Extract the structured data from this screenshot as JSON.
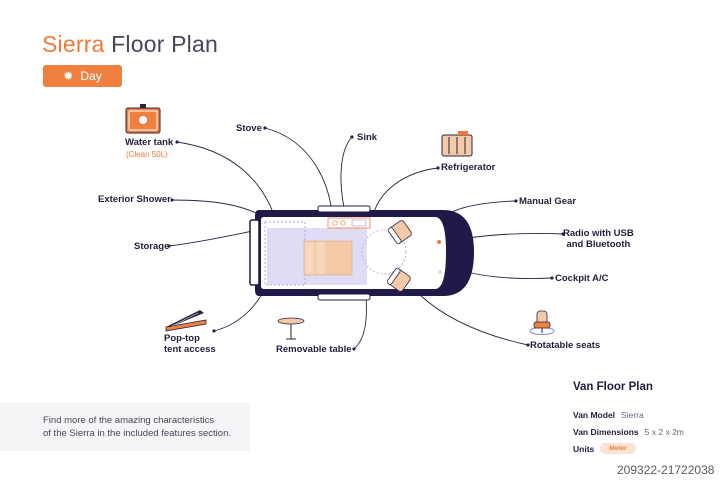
{
  "header": {
    "title_brand": "Sierra",
    "title_rest": " Floor Plan",
    "day_label": "Day"
  },
  "features": {
    "water_tank": "Water tank",
    "water_tank_sub": "(Clean 50L)",
    "stove": "Stove",
    "sink": "Sink",
    "refrigerator": "Refrigerator",
    "exterior_shower": "Exterior Shower",
    "manual_gear": "Manual Gear",
    "radio_line1": "Radio with USB",
    "radio_line2": "and Bluetooth",
    "storage": "Storage",
    "cockpit_ac": "Cockpit A/C",
    "poptop_line1": "Pop-top",
    "poptop_line2": "tent access",
    "removable_table": "Removable table",
    "rotatable_seats": "Rotatable seats"
  },
  "info": {
    "line1": "Find more of the amazing characteristics",
    "line2": "of the Sierra in the included features section."
  },
  "specs": {
    "title": "Van Floor Plan",
    "model_key": "Van Model",
    "model_val": "Sierra",
    "dims_key": "Van Dimensions",
    "dims_val": "5 x 2 x 2m",
    "units_key": "Units",
    "units_val": "Meter"
  },
  "watermark": "209322-21722038",
  "colors": {
    "accent": "#ee7a3a",
    "navy": "#1f1a48",
    "lavender": "#dcd6f5",
    "peach": "#f3c9a8"
  },
  "icons": [
    "sun-icon",
    "water-tank-icon",
    "refrigerator-icon",
    "poptop-tent-icon",
    "table-icon",
    "rotatable-seat-icon"
  ]
}
